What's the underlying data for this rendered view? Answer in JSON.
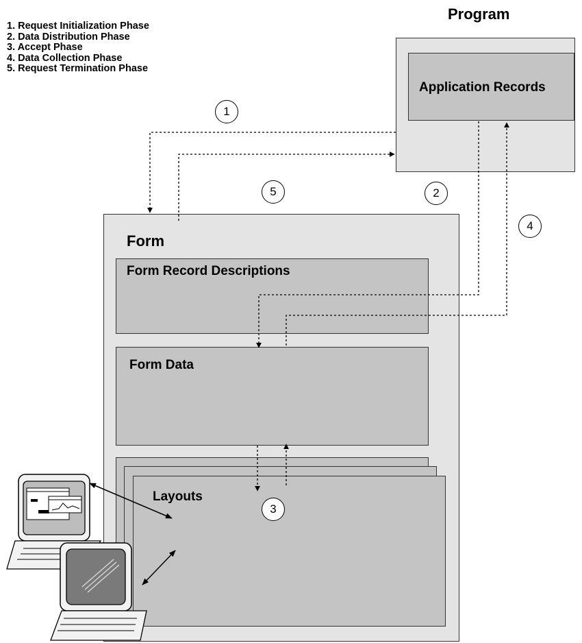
{
  "phases": [
    "1.  Request Initialization Phase",
    "2.  Data Distribution Phase",
    "3.  Accept Phase",
    "4.  Data Collection Phase",
    "5.  Request Termination Phase"
  ],
  "program": {
    "title": "Program",
    "records_label": "Application Records"
  },
  "form": {
    "title": "Form",
    "record_descriptions_label": "Form Record Descriptions",
    "data_label": "Form Data",
    "layouts_label": "Layouts"
  },
  "markers": {
    "one": "1",
    "two": "2",
    "three": "3",
    "four": "4",
    "five": "5"
  },
  "colors": {
    "outer_box": "#e4e4e4",
    "inner_box": "#c4c4c4",
    "monitor_screen": "#7a7a7a"
  }
}
